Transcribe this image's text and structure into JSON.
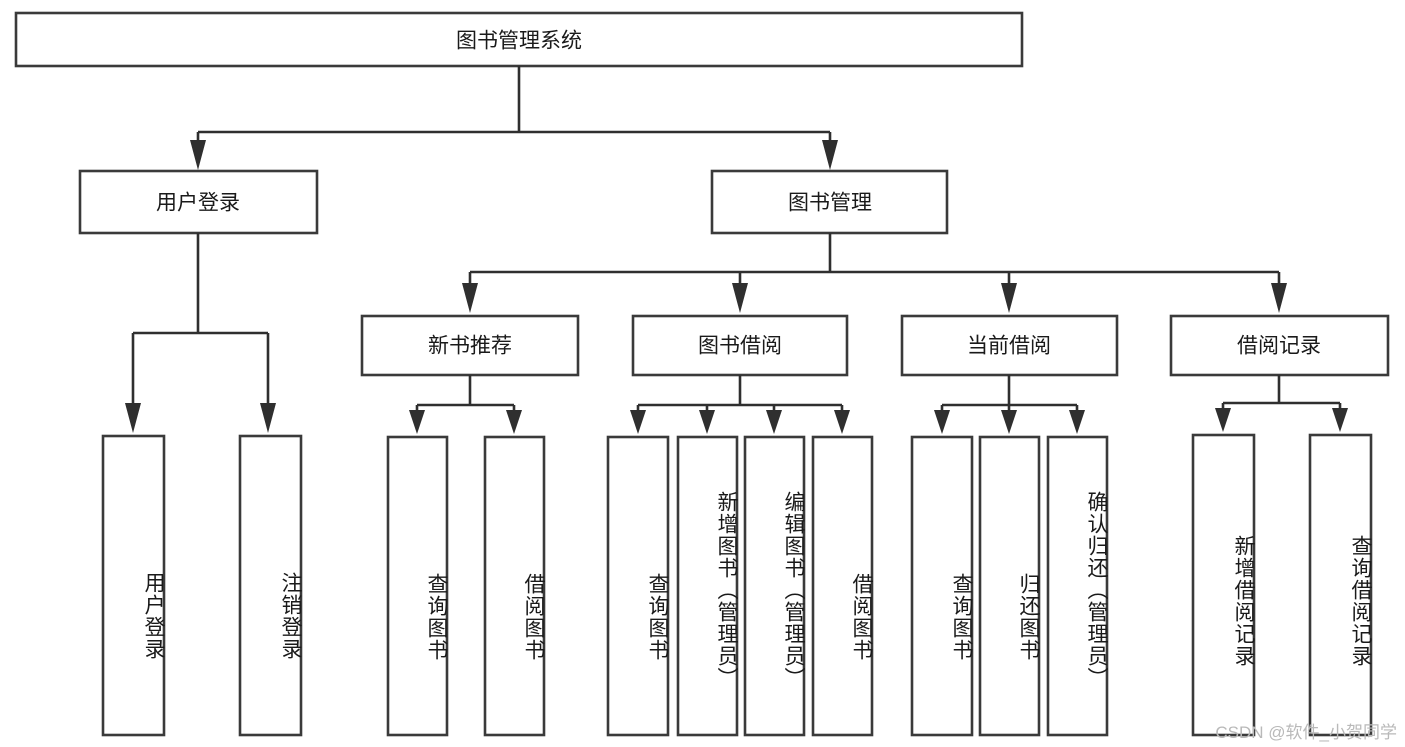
{
  "diagram": {
    "type": "tree-hierarchy-diagram",
    "title": "图书管理系统",
    "watermark": "CSDN @软件_小贺同学",
    "colors": {
      "box_stroke": "#3a3a3a",
      "box_fill": "#ffffff",
      "connector": "#2f2f2f",
      "text": "#1a1a1a",
      "background": "#ffffff",
      "watermark": "#b9b9b9"
    },
    "levels": {
      "root": {
        "label": "图书管理系统"
      },
      "level1": [
        {
          "label": "用户登录"
        },
        {
          "label": "图书管理"
        }
      ],
      "level2": [
        {
          "label": "新书推荐"
        },
        {
          "label": "图书借阅"
        },
        {
          "label": "当前借阅"
        },
        {
          "label": "借阅记录"
        }
      ],
      "leaves": {
        "user_login": [
          {
            "label": "用户登录"
          },
          {
            "label": "注销登录"
          }
        ],
        "new_book_recommend": [
          {
            "label": "查询图书"
          },
          {
            "label": "借阅图书"
          }
        ],
        "book_borrow": [
          {
            "label": "查询图书"
          },
          {
            "label": "新增图书（管理员）"
          },
          {
            "label": "编辑图书（管理员）"
          },
          {
            "label": "借阅图书"
          }
        ],
        "current_borrow": [
          {
            "label": "查询图书"
          },
          {
            "label": "归还图书"
          },
          {
            "label": "确认归还（管理员）"
          }
        ],
        "borrow_record": [
          {
            "label": "新增借阅记录"
          },
          {
            "label": "查询借阅记录"
          }
        ]
      }
    }
  }
}
